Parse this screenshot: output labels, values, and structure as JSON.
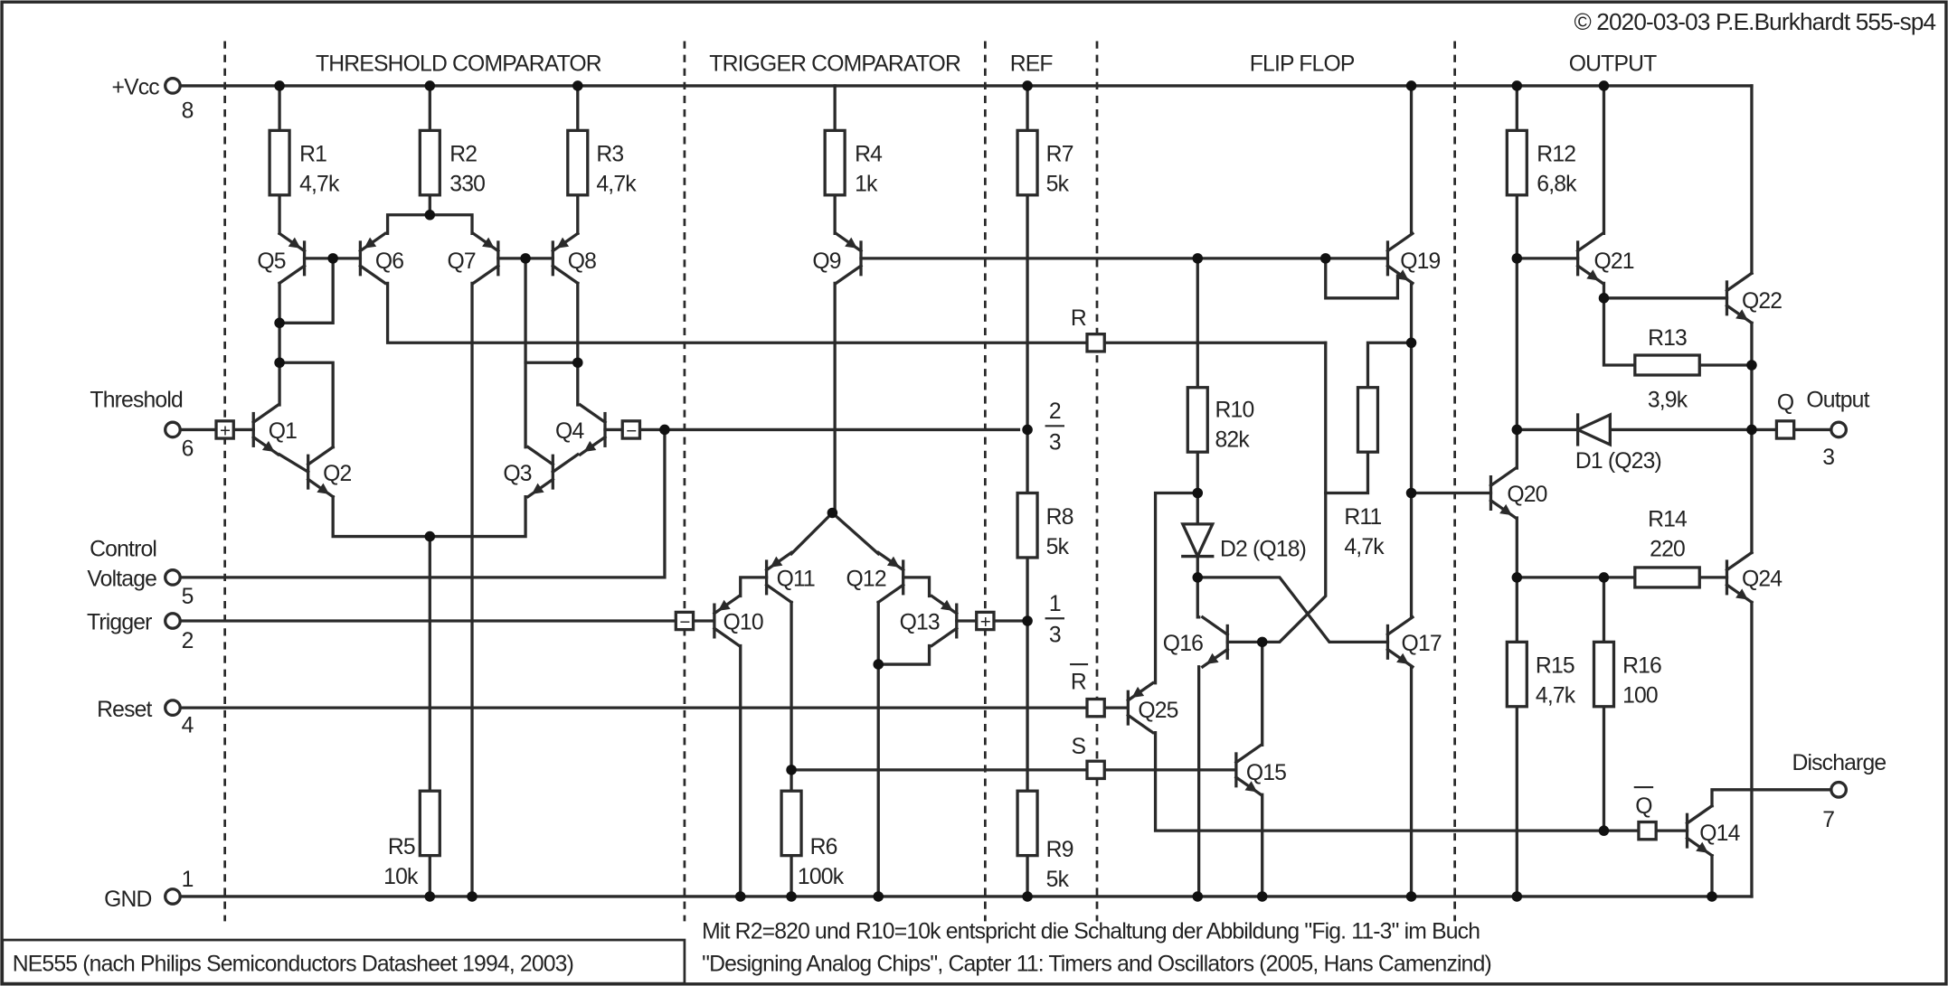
{
  "copyright": "© 2020-03-03 P.E.Burkhardt 555-sp4",
  "sections": [
    "THRESHOLD COMPARATOR",
    "TRIGGER COMPARATOR",
    "REF",
    "FLIP FLOP",
    "OUTPUT"
  ],
  "pins": {
    "vcc": {
      "label": "+Vcc",
      "number": "8"
    },
    "threshold": {
      "label": "Threshold",
      "number": "6"
    },
    "control": {
      "label1": "Control",
      "label2": "Voltage",
      "number": "5"
    },
    "trigger": {
      "label": "Trigger",
      "number": "2"
    },
    "reset": {
      "label": "Reset",
      "number": "4"
    },
    "gnd": {
      "label": "GND",
      "number": "1"
    },
    "output": {
      "label": "Output",
      "number": "3"
    },
    "discharge": {
      "label": "Discharge",
      "number": "7"
    }
  },
  "resistors": {
    "R1": {
      "name": "R1",
      "value": "4,7k"
    },
    "R2": {
      "name": "R2",
      "value": "330"
    },
    "R3": {
      "name": "R3",
      "value": "4,7k"
    },
    "R4": {
      "name": "R4",
      "value": "1k"
    },
    "R5": {
      "name": "R5",
      "value": "10k"
    },
    "R6": {
      "name": "R6",
      "value": "100k"
    },
    "R7": {
      "name": "R7",
      "value": "5k"
    },
    "R8": {
      "name": "R8",
      "value": "5k"
    },
    "R9": {
      "name": "R9",
      "value": "5k"
    },
    "R10": {
      "name": "R10",
      "value": "82k"
    },
    "R11": {
      "name": "R11",
      "value": "4,7k"
    },
    "R12": {
      "name": "R12",
      "value": "6,8k"
    },
    "R13": {
      "name": "R13",
      "value": "3,9k"
    },
    "R14": {
      "name": "R14",
      "value": "220"
    },
    "R15": {
      "name": "R15",
      "value": "4,7k"
    },
    "R16": {
      "name": "R16",
      "value": "100"
    }
  },
  "transistors": {
    "Q1": "Q1",
    "Q2": "Q2",
    "Q3": "Q3",
    "Q4": "Q4",
    "Q5": "Q5",
    "Q6": "Q6",
    "Q7": "Q7",
    "Q8": "Q8",
    "Q9": "Q9",
    "Q10": "Q10",
    "Q11": "Q11",
    "Q12": "Q12",
    "Q13": "Q13",
    "Q14": "Q14",
    "Q15": "Q15",
    "Q16": "Q16",
    "Q17": "Q17",
    "Q19": "Q19",
    "Q20": "Q20",
    "Q21": "Q21",
    "Q22": "Q22",
    "Q24": "Q24",
    "Q25": "Q25"
  },
  "diodes": {
    "D1": "D1 (Q23)",
    "D2": "D2 (Q18)"
  },
  "nodes": {
    "plus": "+",
    "minus": "−",
    "R": "R",
    "Rbar": "R",
    "S": "S",
    "Q": "Q",
    "Qbar": "Q",
    "two_thirds": {
      "num": "2",
      "den": "3"
    },
    "one_third": {
      "num": "1",
      "den": "3"
    }
  },
  "footer": {
    "title": "NE555 (nach Philips Semiconductors Datasheet 1994, 2003)",
    "note1": "Mit R2=820 und R10=10k entspricht die Schaltung der Abbildung \"Fig. 11-3\" im Buch",
    "note2": "\"Designing Analog Chips\", Capter 11: Timers and Oscillators (2005, Hans Camenzind)"
  }
}
